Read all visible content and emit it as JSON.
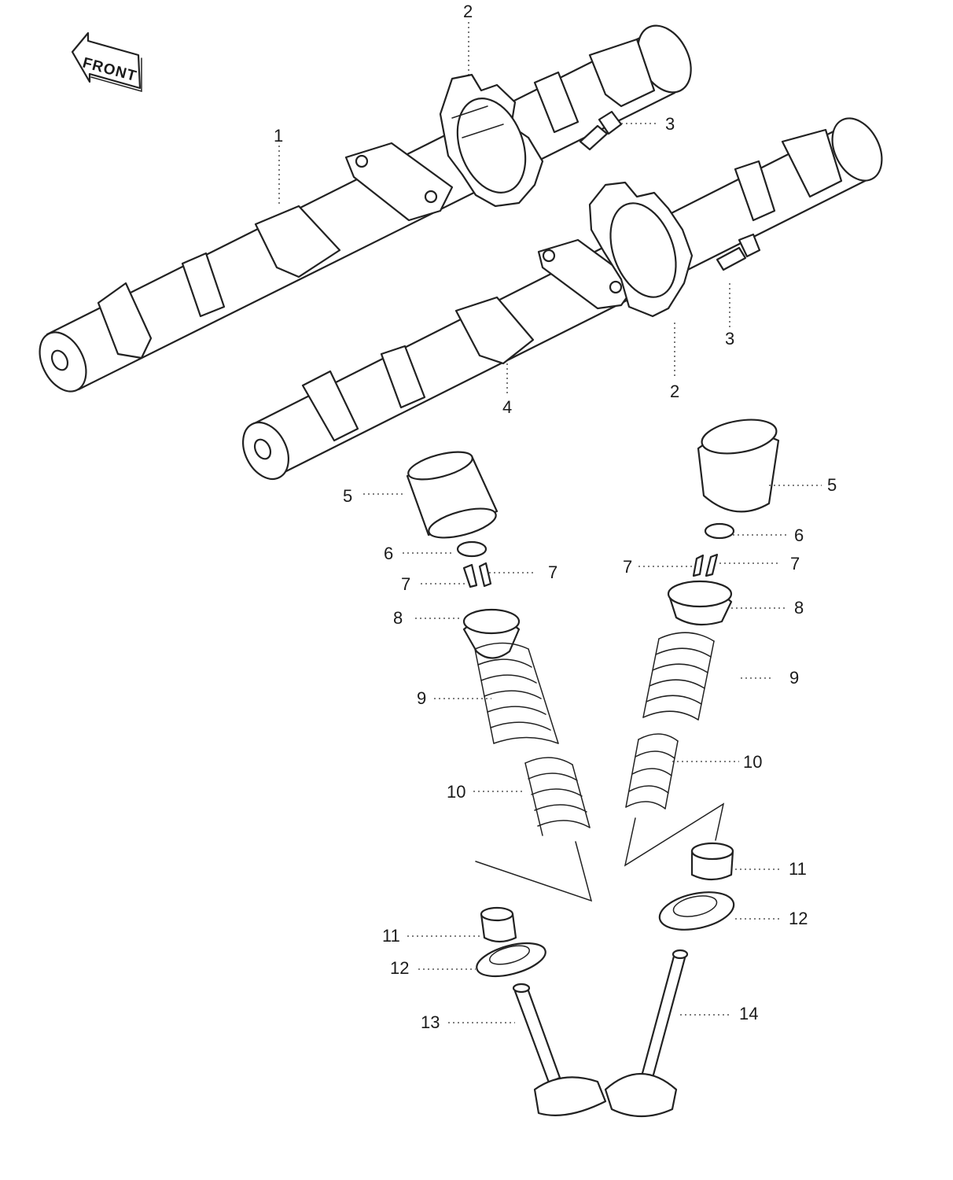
{
  "front_marker": {
    "text": "FRONT"
  },
  "callouts": [
    {
      "id": "c-1",
      "text": "1"
    },
    {
      "id": "c-2a",
      "text": "2"
    },
    {
      "id": "c-2b",
      "text": "2"
    },
    {
      "id": "c-3a",
      "text": "3"
    },
    {
      "id": "c-3b",
      "text": "3"
    },
    {
      "id": "c-4",
      "text": "4"
    },
    {
      "id": "c-5a",
      "text": "5"
    },
    {
      "id": "c-5b",
      "text": "5"
    },
    {
      "id": "c-6a",
      "text": "6"
    },
    {
      "id": "c-6b",
      "text": "6"
    },
    {
      "id": "c-7a",
      "text": "7"
    },
    {
      "id": "c-7b",
      "text": "7"
    },
    {
      "id": "c-7c",
      "text": "7"
    },
    {
      "id": "c-7d",
      "text": "7"
    },
    {
      "id": "c-8a",
      "text": "8"
    },
    {
      "id": "c-8b",
      "text": "8"
    },
    {
      "id": "c-9a",
      "text": "9"
    },
    {
      "id": "c-9b",
      "text": "9"
    },
    {
      "id": "c-10a",
      "text": "10"
    },
    {
      "id": "c-10b",
      "text": "10"
    },
    {
      "id": "c-11a",
      "text": "11"
    },
    {
      "id": "c-11b",
      "text": "11"
    },
    {
      "id": "c-12a",
      "text": "12"
    },
    {
      "id": "c-12b",
      "text": "12"
    },
    {
      "id": "c-13",
      "text": "13"
    },
    {
      "id": "c-14",
      "text": "14"
    }
  ]
}
